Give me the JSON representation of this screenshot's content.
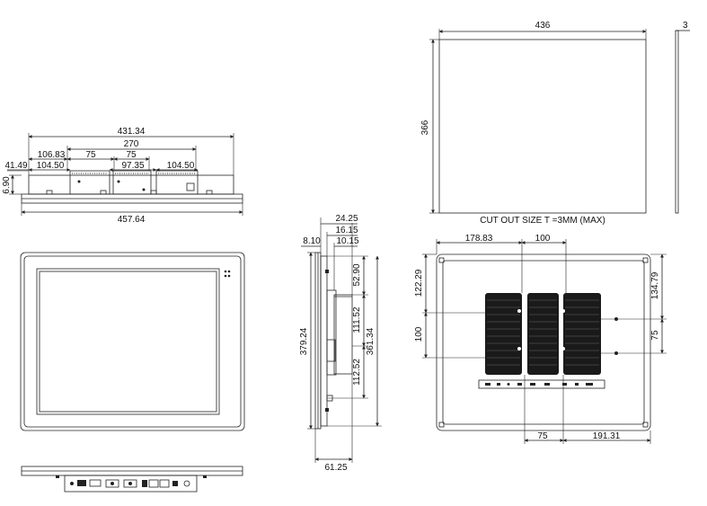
{
  "dimensions": {
    "cutout_width": "436",
    "cutout_thickness": "3",
    "cutout_height": "366",
    "cutout_note": "CUT OUT SIZE T =3MM (MAX)",
    "top_overall": "431.34",
    "top_270": "270",
    "top_106_83": "106.83",
    "top_75_a": "75",
    "top_75_b": "75",
    "top_41_49": "41.49",
    "top_104_50_a": "104.50",
    "top_97_35": "97.35",
    "top_104_50_b": "104.50",
    "top_6_90": "6.90",
    "top_457_64": "457.64",
    "side_24_25": "24.25",
    "side_16_15": "16.15",
    "side_8_10": "8.10",
    "side_10_15": "10.15",
    "side_52_90": "52.90",
    "side_111_52": "111.52",
    "side_379_24": "379.24",
    "side_361_34": "361.34",
    "side_112_52": "112.52",
    "side_61_25": "61.25",
    "rear_178_83": "178.83",
    "rear_100_top": "100",
    "rear_122_29": "122.29",
    "rear_134_79": "134.79",
    "rear_100_left": "100",
    "rear_75_right": "75",
    "rear_75_bottom": "75",
    "rear_191_31": "191.31"
  },
  "colors": {
    "line": "#222222",
    "heatsink": "#1a1a1a",
    "screen_border": "#333333"
  }
}
